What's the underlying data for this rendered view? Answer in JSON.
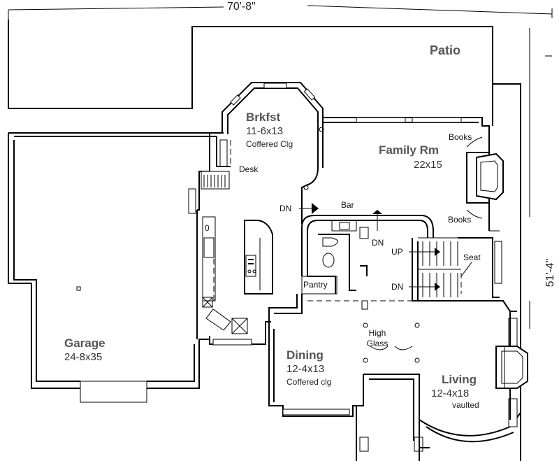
{
  "dimensions": {
    "width": "70'-8\"",
    "depth": "51'-4\""
  },
  "rooms": {
    "patio": {
      "name": "Patio"
    },
    "breakfast": {
      "name": "Brkfst",
      "size": "11-6x13",
      "note": "Coffered Clg"
    },
    "family": {
      "name": "Family Rm",
      "size": "22x15"
    },
    "garage": {
      "name": "Garage",
      "size": "24-8x35"
    },
    "dining": {
      "name": "Dining",
      "size": "12-4x13",
      "note": "Coffered clg"
    },
    "living": {
      "name": "Living",
      "size": "12-4x18",
      "note": "vaulted"
    }
  },
  "labels": {
    "desk": "Desk",
    "books_upper": "Books",
    "books_lower": "Books",
    "bar": "Bar",
    "dn_kitchen": "DN",
    "dn_bar": "DN",
    "up_stair": "UP",
    "dn_stair": "DN",
    "seat": "Seat",
    "pantry": "Pantry",
    "high_glass": "High\nGlass"
  }
}
